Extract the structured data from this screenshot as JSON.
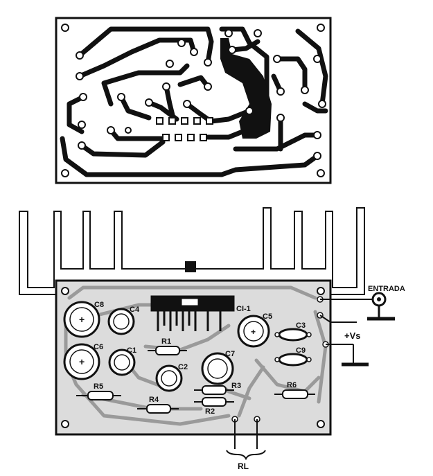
{
  "labels": {
    "entrada": "ENTRADA",
    "vs": "+Vs",
    "rl": "RL",
    "ci1": "CI-1",
    "c1": "C1",
    "c2": "C2",
    "c3": "C3",
    "c4": "C4",
    "c5": "C5",
    "c6": "C6",
    "c7": "C7",
    "c8": "C8",
    "c9": "C9",
    "r1": "R1",
    "r2": "R2",
    "r3": "R3",
    "r4": "R4",
    "r5": "R5",
    "r6": "R6"
  },
  "colors": {
    "ink": "#111111",
    "board": "#dcdcdc",
    "paper": "#ffffff"
  }
}
